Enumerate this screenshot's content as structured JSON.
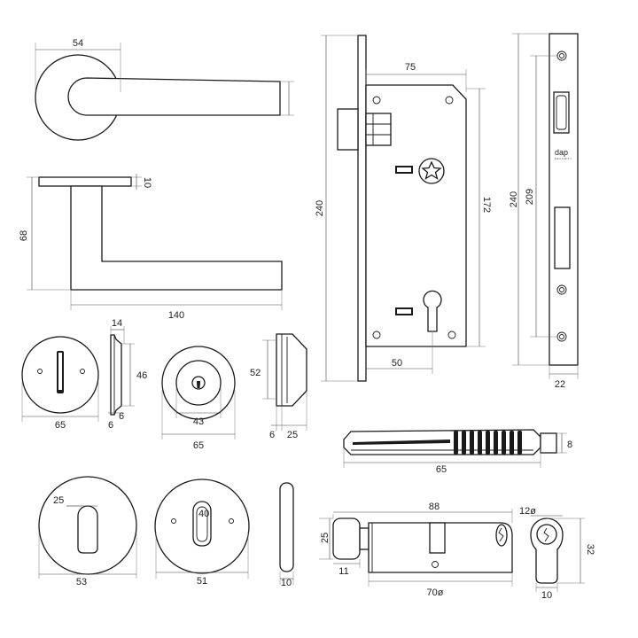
{
  "brand": {
    "name": "dap",
    "sub": "SECURITY"
  },
  "dims": {
    "lever_rose_dia": "54",
    "lever_height": "68",
    "lever_rose_thk": "10",
    "lever_length": "140",
    "thumb_rose_dia": "65",
    "thumb_depth": "14",
    "thumb_h": "46",
    "thumb_w1": "6",
    "thumb_w2": "6",
    "cyl_rose_dia": "65",
    "cyl_inner": "43",
    "knob_h": "52",
    "knob_w1": "6",
    "knob_w2": "25",
    "mortise_h": "240",
    "mortise_backset": "75",
    "mortise_case": "172",
    "mortise_b": "50",
    "strike_h": "240",
    "strike_hole": "209",
    "strike_w": "22",
    "ko_len": "65",
    "ko_w": "8",
    "esc1_dia": "53",
    "esc1_inner": "25",
    "esc2_dia": "51",
    "esc2_inner": "40",
    "esc_thk": "10",
    "cyl_total": "88",
    "cyl_knob_h": "25",
    "cyl_knob_w": "11",
    "cyl_body": "70ø",
    "cyl_side_dia": "12ø",
    "cyl_side_h": "32",
    "cyl_side_w": "10"
  }
}
